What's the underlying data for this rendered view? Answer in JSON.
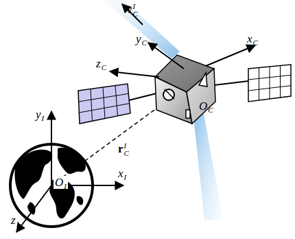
{
  "diagram": {
    "labels": [
      "vCI",
      "yC",
      "xC",
      "zC",
      "OC",
      "yI",
      "xI",
      "OI",
      "zI",
      "rCI"
    ]
  }
}
